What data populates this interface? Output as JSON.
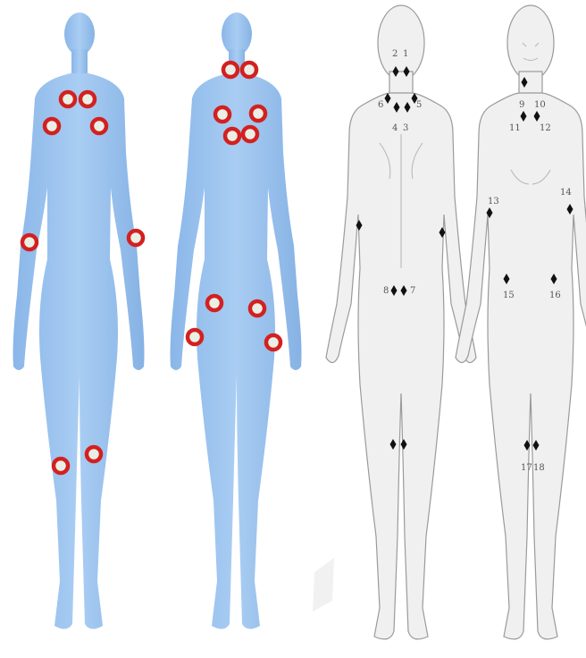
{
  "figure": {
    "left_panels": [
      {
        "name": "front-view",
        "tender_points": 8
      },
      {
        "name": "back-view",
        "tender_points": 10
      }
    ],
    "right_panels": [
      {
        "name": "back-view-diagram",
        "labels": [
          "1",
          "2",
          "3",
          "4",
          "5",
          "6",
          "7",
          "8"
        ]
      },
      {
        "name": "front-view-diagram",
        "labels": [
          "9",
          "10",
          "11",
          "12",
          "13",
          "14",
          "15",
          "16",
          "17",
          "18"
        ]
      }
    ]
  },
  "labels": {
    "l1": "1",
    "l2": "2",
    "l3": "3",
    "l4": "4",
    "l5": "5",
    "l6": "6",
    "l7": "7",
    "l8": "8",
    "l9": "9",
    "l10": "10",
    "l11": "11",
    "l12": "12",
    "l13": "13",
    "l14": "14",
    "l15": "15",
    "l16": "16",
    "l17": "17",
    "l18": "18"
  },
  "colors": {
    "body_blue": "#9cc4ef",
    "marker_red": "#d32020",
    "marker_center": "#e9efe4",
    "diagram_fill": "#f0f0f0",
    "diagram_stroke": "#9a9a9a",
    "diamond": "#111111"
  }
}
